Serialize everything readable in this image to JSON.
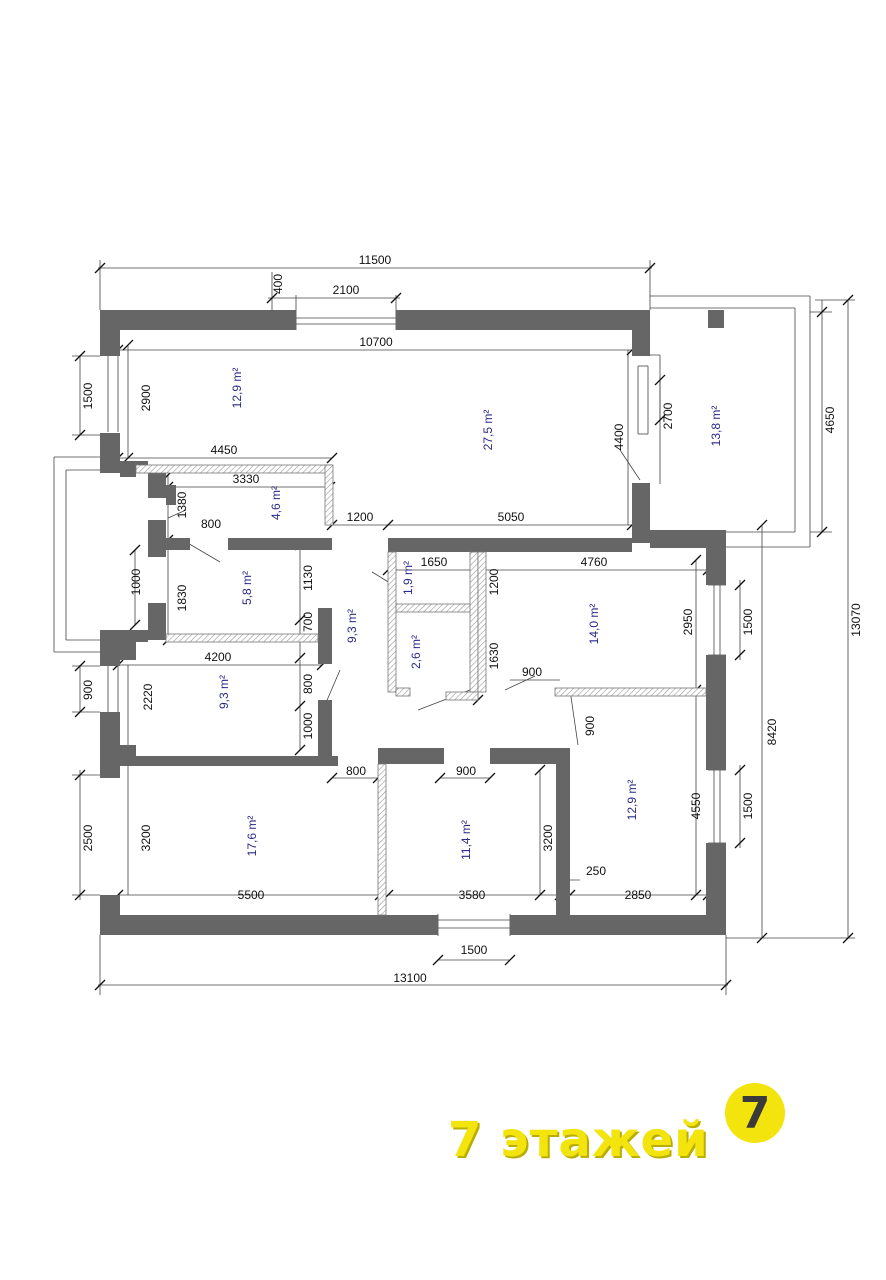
{
  "plan": {
    "dims": {
      "top_total": "11500",
      "top_offset": "400",
      "top_window": "2100",
      "inner_top": "10700",
      "left_window_top": "1500",
      "left_wall_top": "2900",
      "corridor_top": "4450",
      "pantry_w": "3330",
      "pantry_h": "1380",
      "door_a": "800",
      "door_b": "1200",
      "living_bottom": "5050",
      "living_right": "4400",
      "terrace_window": "2700",
      "terrace_h": "4650",
      "total_h": "13070",
      "toilet_w": "1650",
      "bedroom_ne_top": "4760",
      "closet_a": "1200",
      "closet_b": "1630",
      "closet_c": "900",
      "bedroom_ne_right": "2950",
      "window_e1": "1500",
      "hall_1130": "1130",
      "hall_700": "700",
      "hall_1830": "1830",
      "hall_1000": "1000",
      "bath_w": "4200",
      "bath_h": "2220",
      "bath_door": "800",
      "bath_door2": "1000",
      "left_900": "900",
      "left_2500": "2500",
      "br_sw_left": "3200",
      "br_mid_right": "3200",
      "door_800": "800",
      "door_900": "900",
      "door_900b": "900",
      "right_8420": "8420",
      "right_4550": "4550",
      "window_e2": "1500",
      "wall_250": "250",
      "br_sw_bottom": "5500",
      "br_mid_bottom": "3580",
      "br_se_bottom": "2850",
      "bottom_window": "1500",
      "bottom_total": "13100"
    },
    "areas": {
      "kitchen": "12,9 m²",
      "living": "27,5 m²",
      "terrace": "13,8 m²",
      "pantry": "4,6 m²",
      "hall_small": "5,8 m²",
      "corridor": "9,3 m²",
      "wc": "1,9 m²",
      "closet": "2,6 m²",
      "bedroom_ne": "14,0 m²",
      "bath": "9,3 m²",
      "bedroom_sw": "17,6 m²",
      "bedroom_mid": "11,4 m²",
      "bedroom_se": "12,9 m²"
    }
  },
  "brand": {
    "name": "7 этажей",
    "badge": "7",
    "colors": {
      "yellow": "#f2e40c",
      "dark": "#3a3a3a",
      "wall": "#666666"
    }
  }
}
